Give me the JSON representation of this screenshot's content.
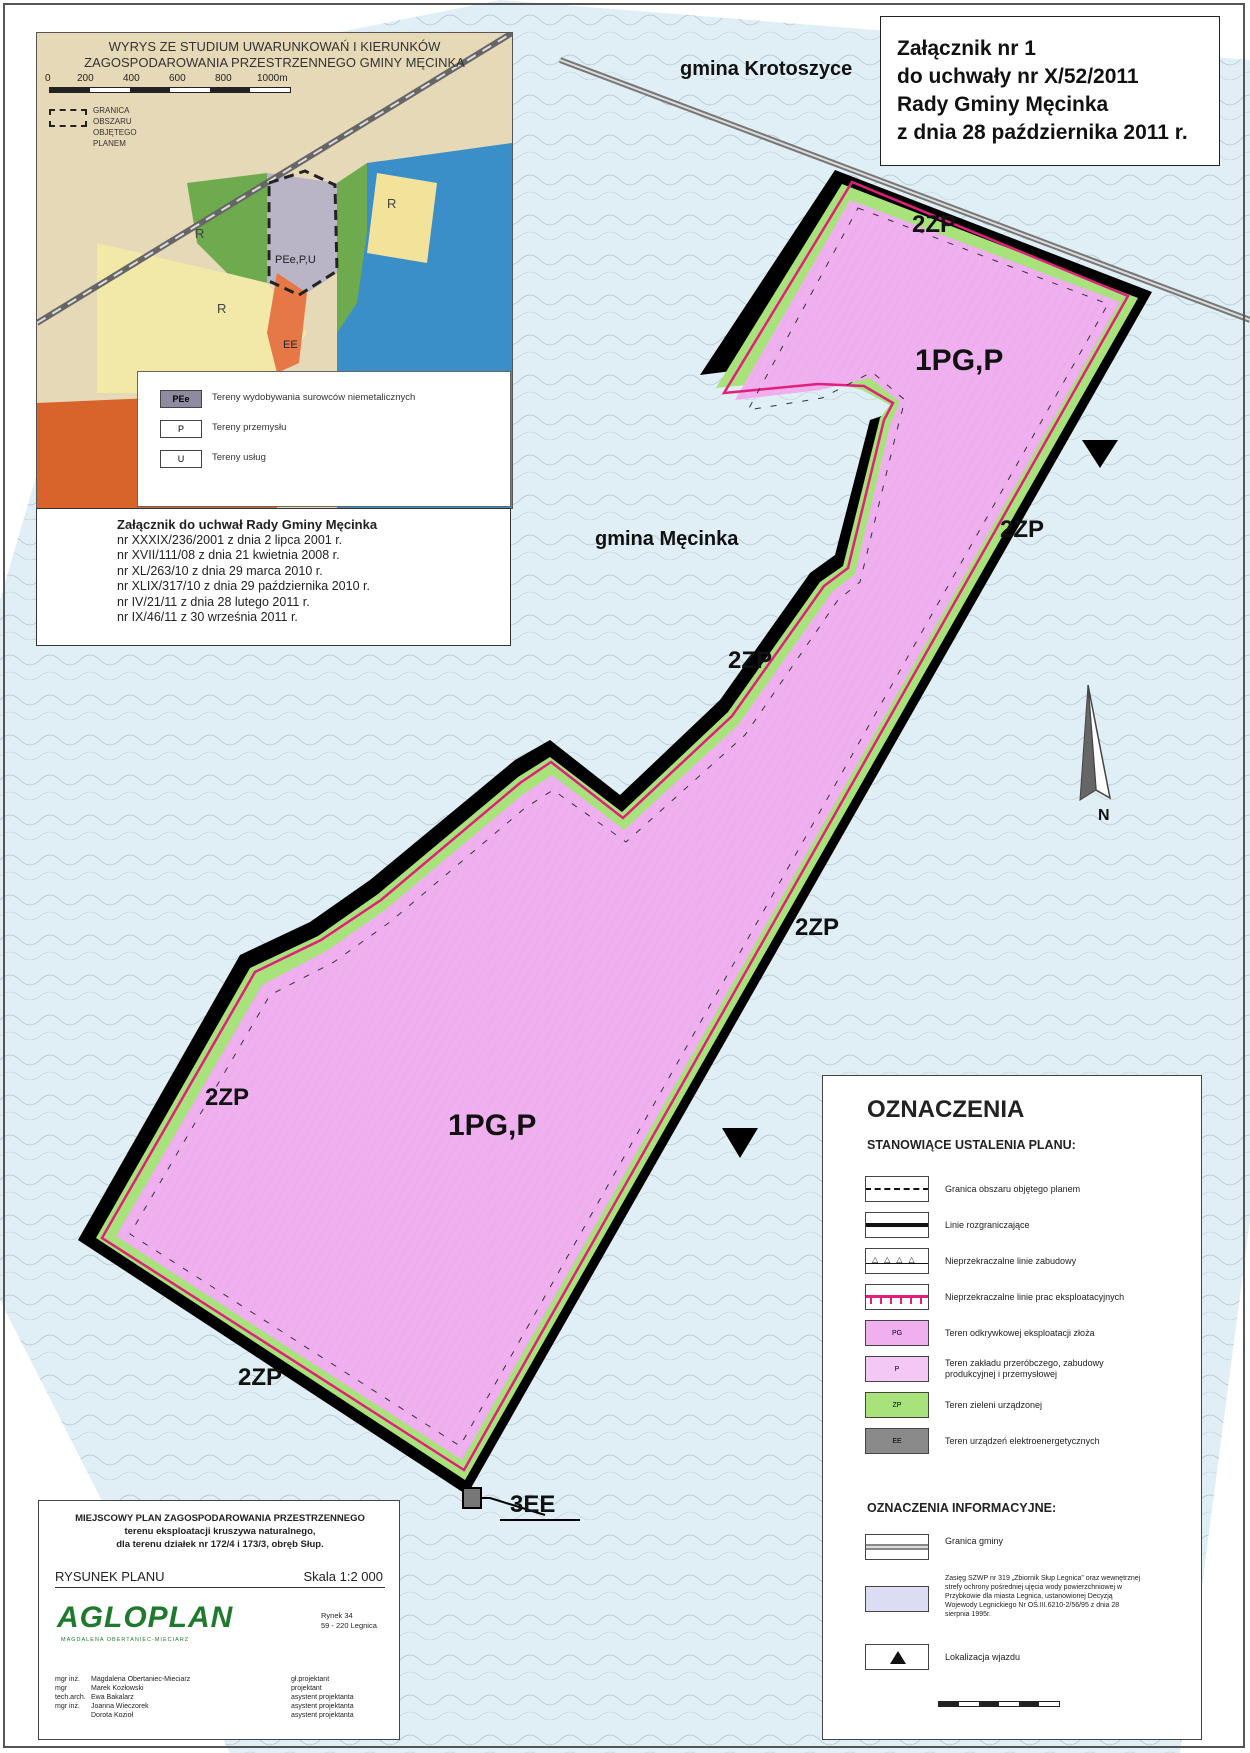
{
  "header": {
    "line1": "Załącznik  nr 1",
    "line2": "do uchwały nr X/52/2011",
    "line3": "Rady  Gminy  Męcinka",
    "line4": "z dnia 28 października 2011 r."
  },
  "map_labels": {
    "gmina_krotoszyce": "gmina Krotoszyce",
    "gmina_mecinka": "gmina Męcinka",
    "zone_1pg_top": "1PG,P",
    "zone_1pg_bottom": "1PG,P",
    "zone_2zp": [
      "2ZP",
      "2ZP",
      "2ZP",
      "2ZP",
      "2ZP",
      "2ZP"
    ],
    "zone_3ee": "3EE"
  },
  "inset": {
    "title1": "WYRYS ZE STUDIUM UWARUNKOWAŃ I KIERUNKÓW",
    "title2": "ZAGOSPODAROWANIA PRZESTRZENNEGO GMINY MĘCINKA",
    "scale_ticks": [
      "0",
      "200",
      "400",
      "600",
      "800",
      "1000m"
    ],
    "boundary_label1": "GRANICA OBSZARU",
    "boundary_label2": "OBJĘTEGO PLANEM",
    "map_codes": [
      "R",
      "R",
      "R",
      "PEe,P,U",
      "EE"
    ],
    "legend": [
      {
        "code": "PEe",
        "text": "Tereny wydobywania surowców niemetalicznych",
        "color": "#8e8aa0"
      },
      {
        "code": "P",
        "text": "Tereny przemysłu",
        "color": "#ffffff"
      },
      {
        "code": "U",
        "text": "Tereny usług",
        "color": "#ffffff"
      }
    ]
  },
  "annex": {
    "lines": [
      "Załącznik do uchwał Rady Gminy Męcinka",
      "nr XXXIX/236/2001 z dnia 2 lipca 2001 r.",
      "nr XVII/111/08 z dnia 21 kwietnia 2008 r.",
      "nr XL/263/10 z dnia 29 marca 2010 r.",
      "nr XLIX/317/10 z dnia 29 października 2010 r.",
      "nr IV/21/11 z dnia 28 lutego 2011 r.",
      "nr IX/46/11 z 30 września 2011 r."
    ]
  },
  "legend": {
    "title": "OZNACZENIA",
    "section1": "STANOWIĄCE USTALENIA PLANU:",
    "items1": [
      {
        "sym": "dashed",
        "text": "Granica obszaru objętego planem"
      },
      {
        "sym": "thick",
        "text": "Linie rozgraniczające"
      },
      {
        "sym": "triangles",
        "text": "Nieprzekraczalne linie zabudowy"
      },
      {
        "sym": "redtick",
        "text": "Nieprzekraczalne linie prac eksploatacyjnych"
      },
      {
        "sym": "fill",
        "code": "PG",
        "color": "#f0b0f0",
        "text": "Teren odkrywkowej eksploatacji złoża"
      },
      {
        "sym": "fill",
        "code": "P",
        "color": "#f4c8f4",
        "text": "Teren zakładu przeróbczego, zabudowy produkcyjnej i przemysłowej"
      },
      {
        "sym": "fill",
        "code": "ZP",
        "color": "#a8e27a",
        "text": "Teren zieleni urządzonej"
      },
      {
        "sym": "fill",
        "code": "EE",
        "color": "#8a8a8a",
        "text": "Teren urządzeń elektroenergetycznych"
      }
    ],
    "section2": "OZNACZENIA INFORMACYJNE:",
    "items2": [
      {
        "sym": "gmina",
        "text": "Granica gminy"
      },
      {
        "sym": "fill",
        "code": "",
        "color": "#dcdcf2",
        "text": "Zasięg SZWP nr 319 „Zbiornik Słup Legnica” oraz wewnętrznej strefy ochrony pośredniej ujęcia wody powierzchniowej w Przybkowie dla miasta Legnica, ustanowionej Decyzją Wojewody Legnickiego Nr OŚ.III.6210-2/56/95 z dnia 28 sierpnia 1995r."
      },
      {
        "sym": "triangle",
        "text": "Lokalizacja wjazdu"
      }
    ]
  },
  "titleblock": {
    "line1": "MIEJSCOWY PLAN ZAGOSPODAROWANIA PRZESTRZENNEGO",
    "line2": "terenu eksploatacji kruszywa naturalnego,",
    "line3": "dla terenu działek nr 172/4 i 173/3, obręb Słup.",
    "drawing": "RYSUNEK PLANU",
    "scale": "Skala 1:2 000",
    "logo": "AGLOPLAN",
    "logo_sub": "MAGDALENA OBERTANIEC-MIECIARZ",
    "address1": "Rynek 34",
    "address2": "59 - 220 Legnica",
    "team": [
      {
        "title": "mgr inż.",
        "name": "Magdalena Obertaniec-Mieciarz",
        "role": "gł.projektant"
      },
      {
        "title": "mgr",
        "name": "Marek Kozłowski",
        "role": "projektant"
      },
      {
        "title": "tech.arch.",
        "name": "Ewa Bakalarz",
        "role": "asystent projektanta"
      },
      {
        "title": "mgr inż.",
        "name": "Joanna Wieczorek",
        "role": "asystent projektanta"
      },
      {
        "title": "",
        "name": "Dorota Kozioł",
        "role": "asystent projektanta"
      }
    ]
  },
  "colors": {
    "water": "#dfeff5",
    "mining": "#f0b0f0",
    "green": "#a8e27a",
    "redline": "#e0207a"
  }
}
